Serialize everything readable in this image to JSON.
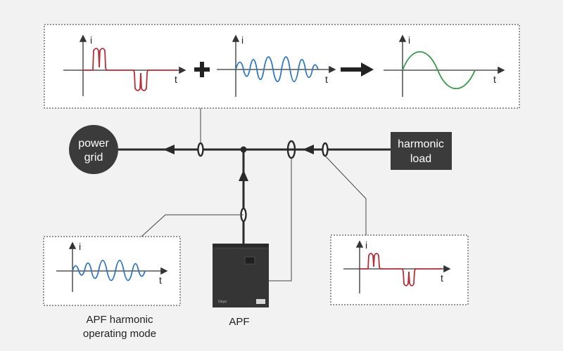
{
  "axis": {
    "y_label": "i",
    "x_label": "t"
  },
  "nodes": {
    "grid_line1": "power",
    "grid_line2": "grid",
    "load_line1": "harmonic",
    "load_line2": "load",
    "device_brand": "Geya"
  },
  "captions": {
    "apf_mode_line1": "APF harmonic",
    "apf_mode_line2": "operating mode",
    "apf_device": "APF"
  },
  "colors": {
    "load_current": "#b5303a",
    "compensation_current": "#2f76c0",
    "grid_current": "#3a9a4c",
    "line": "#2a2a2a",
    "node_fill": "#3b3b3b",
    "device_fill": "#353535"
  },
  "operators": [
    "plus-sign",
    "result-arrow"
  ]
}
